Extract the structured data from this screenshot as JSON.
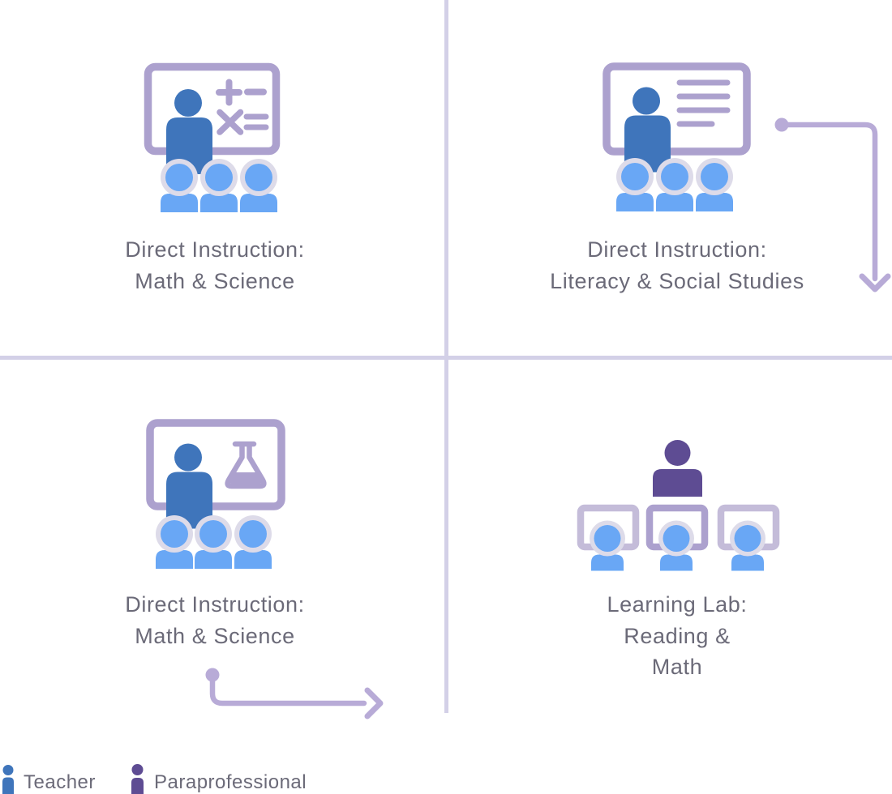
{
  "diagram": {
    "quadrants": [
      {
        "position": "top-left",
        "icon": "teacher-at-math-board-with-students",
        "label_lines": [
          "Direct Instruction:",
          "Math & Science"
        ]
      },
      {
        "position": "top-right",
        "icon": "teacher-at-text-board-with-students",
        "label_lines": [
          "Direct Instruction:",
          "Literacy & Social Studies"
        ]
      },
      {
        "position": "bottom-left",
        "icon": "teacher-at-science-board-with-students",
        "label_lines": [
          "Direct Instruction:",
          "Math & Science"
        ]
      },
      {
        "position": "bottom-right",
        "icon": "paraprofessional-with-students-at-computers",
        "label_lines": [
          "Learning Lab:",
          "Reading &",
          "Math"
        ]
      }
    ],
    "arrows": [
      {
        "name": "arrow-right-then-down",
        "from": "top-right-quadrant",
        "direction": "right then down"
      },
      {
        "name": "arrow-down-then-right",
        "from": "bottom-left-quadrant",
        "direction": "down then right"
      }
    ]
  },
  "legend": {
    "items": [
      {
        "icon": "teacher-figure",
        "label": "Teacher"
      },
      {
        "icon": "paraprofessional-figure",
        "label": "Paraprofessional"
      }
    ]
  },
  "colors": {
    "teacher_blue": "#3f75bb",
    "student_blue": "#69a7f5",
    "student_ring": "#dddbe9",
    "board_purple": "#aca1ce",
    "monitor_light_purple": "#c4bcd9",
    "paraprofessional_purple": "#5e4c93",
    "arrow_purple": "#b8abd7",
    "divider_purple": "#d3d0e7",
    "label_gray": "#6b6a78"
  }
}
